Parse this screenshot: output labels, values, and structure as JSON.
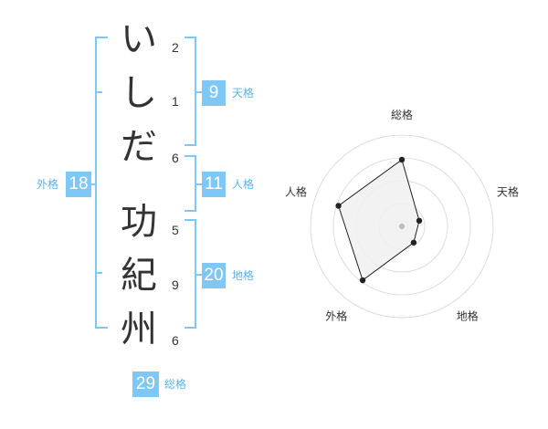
{
  "name": {
    "chars": [
      {
        "char": "い",
        "strokes": "2"
      },
      {
        "char": "し",
        "strokes": "1"
      },
      {
        "char": "だ",
        "strokes": "6"
      },
      {
        "char": "功",
        "strokes": "5"
      },
      {
        "char": "紀",
        "strokes": "9"
      },
      {
        "char": "州",
        "strokes": "6"
      }
    ]
  },
  "fortune": {
    "tenkaku": {
      "value": "9",
      "label": "天格"
    },
    "jinkaku": {
      "value": "11",
      "label": "人格"
    },
    "chikaku": {
      "value": "20",
      "label": "地格"
    },
    "gaikaku": {
      "value": "18",
      "label": "外格"
    },
    "soukaku": {
      "value": "29",
      "label": "総格"
    }
  },
  "chart_data": {
    "type": "radar",
    "axes": [
      "総格",
      "天格",
      "地格",
      "外格",
      "人格"
    ],
    "values": [
      0.73,
      0.2,
      0.22,
      0.73,
      0.73
    ],
    "range": [
      0,
      1
    ],
    "rings": 4,
    "colors": {
      "fill": "#f0f0f0",
      "stroke": "#222222",
      "grid": "#dddddd",
      "center": "#bbbbbb"
    }
  }
}
